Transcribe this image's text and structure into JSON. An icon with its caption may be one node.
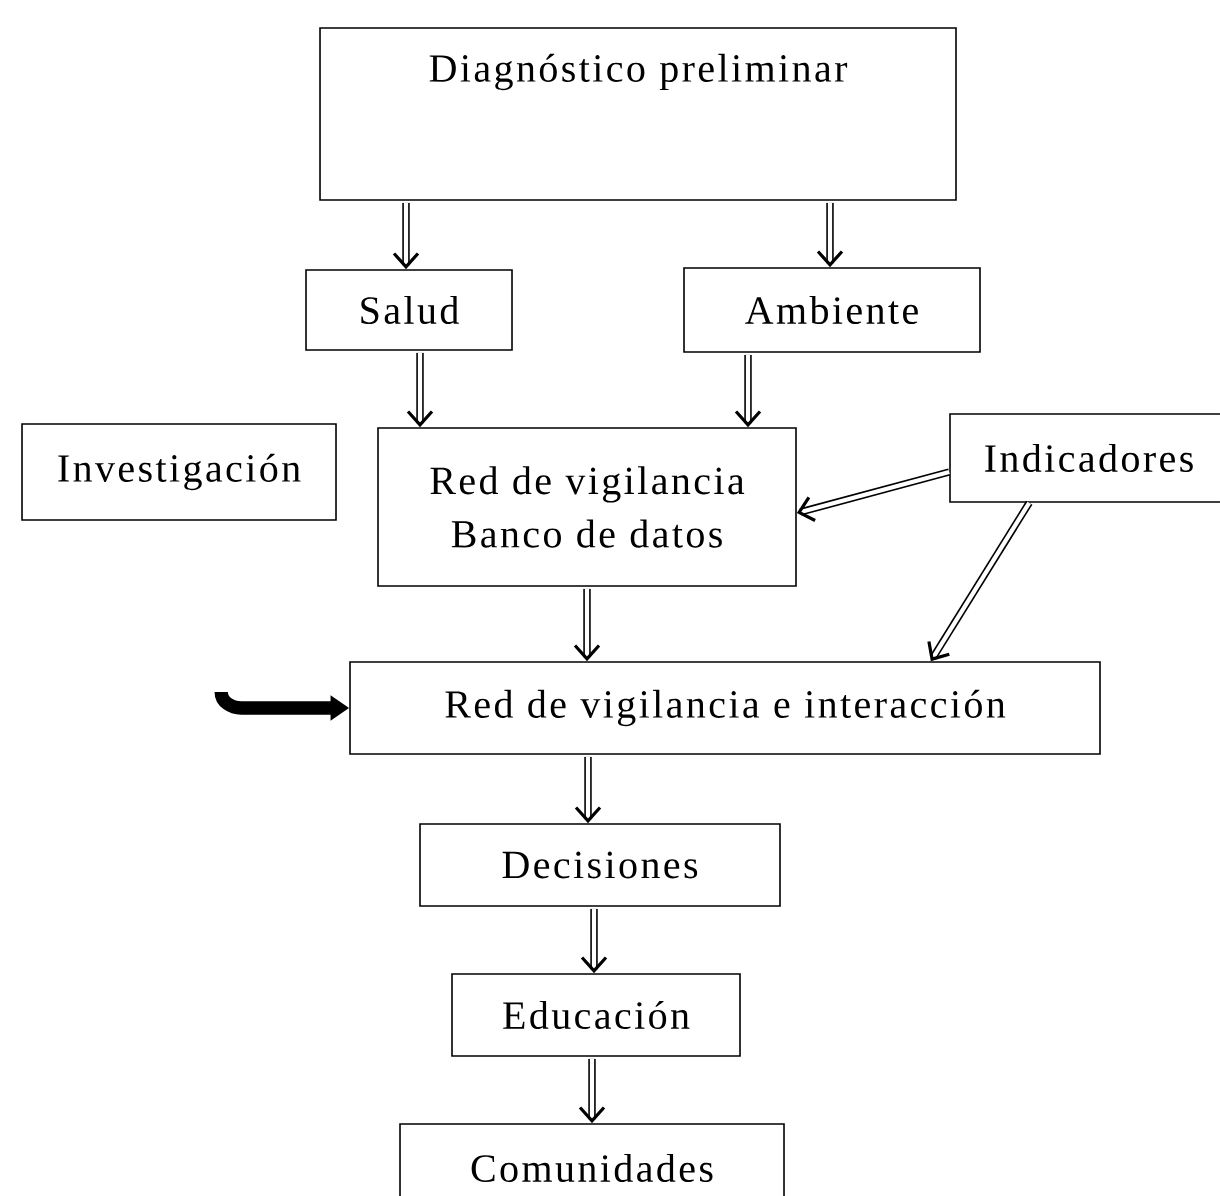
{
  "diagram": {
    "nodes": [
      {
        "text": [
          "Diagnóstico preliminar"
        ]
      },
      {
        "text": [
          "Salud"
        ]
      },
      {
        "text": [
          "Ambiente"
        ]
      },
      {
        "text": [
          "Investigación"
        ]
      },
      {
        "text": [
          "Red de vigilancia Banco de datos"
        ]
      },
      {
        "text": [
          "Indicadores"
        ]
      },
      {
        "text": [
          "Red de vigilancia e interacción"
        ]
      },
      {
        "text": [
          "Decisiones"
        ]
      },
      {
        "text": [
          "Educación"
        ]
      },
      {
        "text": [
          "Comunidades"
        ]
      }
    ],
    "edges": [
      {
        "from": 0,
        "to": 1,
        "arrow": "to"
      },
      {
        "from": 0,
        "to": 2,
        "arrow": "to"
      },
      {
        "from": 1,
        "to": 4,
        "arrow": "to"
      },
      {
        "from": 2,
        "to": 4,
        "arrow": "to"
      },
      {
        "from": 5,
        "to": 4,
        "arrow": "to"
      },
      {
        "from": 4,
        "to": 6,
        "arrow": "to"
      },
      {
        "from": 5,
        "to": 6,
        "arrow": "to"
      },
      {
        "from": null,
        "to": 6,
        "arrow": "to"
      },
      {
        "from": 6,
        "to": 7,
        "arrow": "to"
      },
      {
        "from": 7,
        "to": 8,
        "arrow": "to"
      },
      {
        "from": 8,
        "to": 9,
        "arrow": "to"
      }
    ]
  }
}
